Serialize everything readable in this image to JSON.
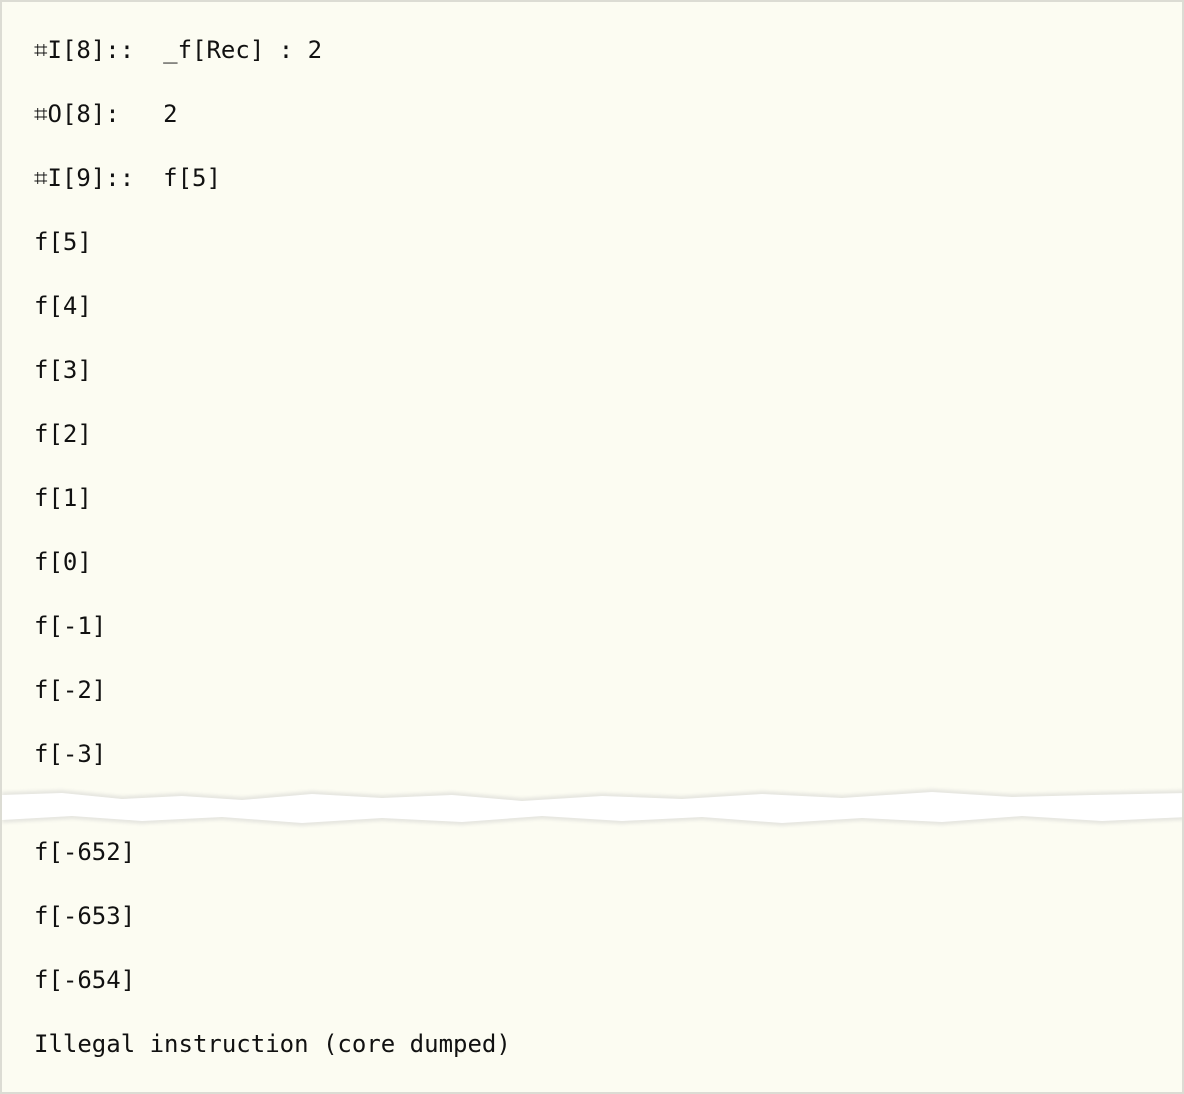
{
  "session": {
    "top_lines": [
      {
        "prompt": "⌗I[8]::",
        "code": "  _f[Rec] : 2"
      },
      {
        "prompt": "⌗O[8]:",
        "code": "   2"
      },
      {
        "prompt": "⌗I[9]::",
        "code": "  f[5]"
      },
      {
        "prompt": "",
        "code": "f[5]"
      },
      {
        "prompt": "",
        "code": "f[4]"
      },
      {
        "prompt": "",
        "code": "f[3]"
      },
      {
        "prompt": "",
        "code": "f[2]"
      },
      {
        "prompt": "",
        "code": "f[1]"
      },
      {
        "prompt": "",
        "code": "f[0]"
      },
      {
        "prompt": "",
        "code": "f[-1]"
      },
      {
        "prompt": "",
        "code": "f[-2]"
      },
      {
        "prompt": "",
        "code": "f[-3]"
      }
    ],
    "bottom_lines": [
      {
        "prompt": "",
        "code": "f[-652]"
      },
      {
        "prompt": "",
        "code": "f[-653]"
      },
      {
        "prompt": "",
        "code": "f[-654]"
      },
      {
        "prompt": "",
        "code": "Illegal instruction (core dumped)"
      }
    ]
  },
  "colors": {
    "paper": "#fcfcf2",
    "text": "#111111",
    "tear": "#ffffff"
  }
}
